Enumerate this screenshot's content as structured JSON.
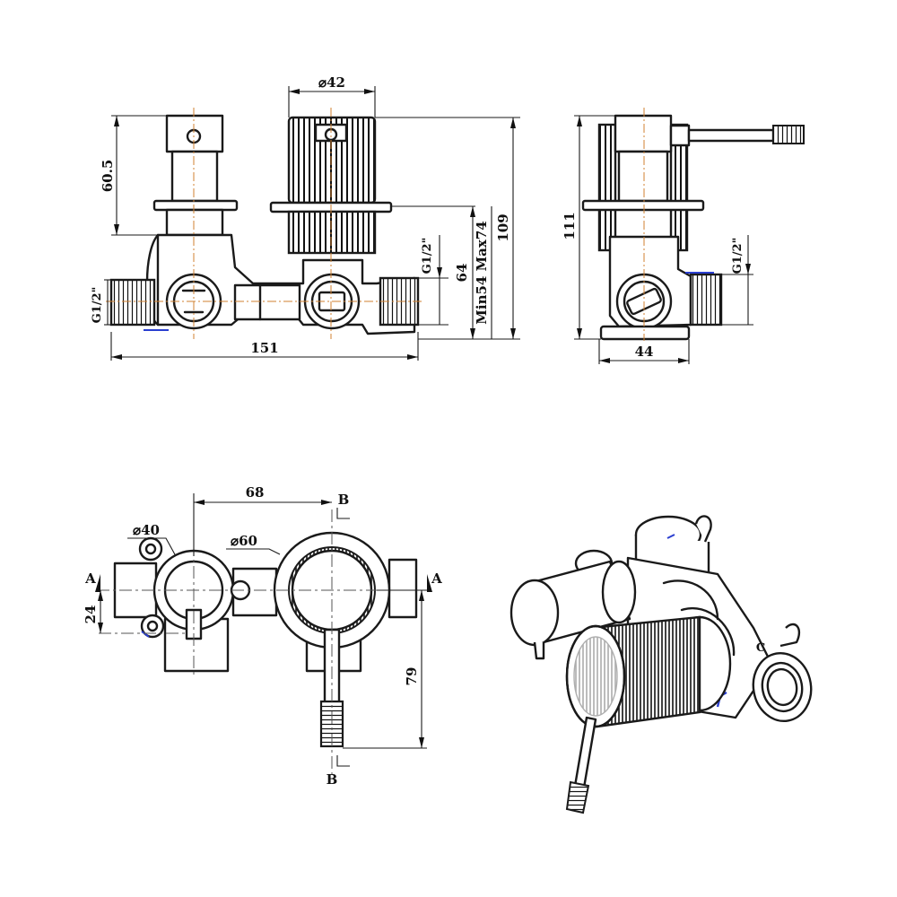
{
  "front_view": {
    "dim_width": "151",
    "dim_lever_height": "60.5",
    "dim_knob_diameter": "⌀42",
    "dim_thread_left": "G1/2\"",
    "dim_thread_right": "G1/2\"",
    "dim_center_height": "64",
    "dim_depth_range": "Min54 Max74",
    "dim_total_height": "109"
  },
  "side_view": {
    "dim_height": "111",
    "dim_thread": "G1/2\"",
    "dim_width": "44"
  },
  "top_view": {
    "dim_spacing": "68",
    "dim_small_diameter": "⌀40",
    "dim_large_diameter": "⌀60",
    "dim_offset": "24",
    "dim_lever_length": "79",
    "section_a_left": "A",
    "section_a_right": "A",
    "section_b_top": "B",
    "section_b_bottom": "B"
  },
  "iso_view": {
    "label_c": "C"
  },
  "colors": {
    "line": "#1a1a1a",
    "centerline": "#555555",
    "accent_blue": "#2a3fd0",
    "accent_orange": "#d08030"
  }
}
